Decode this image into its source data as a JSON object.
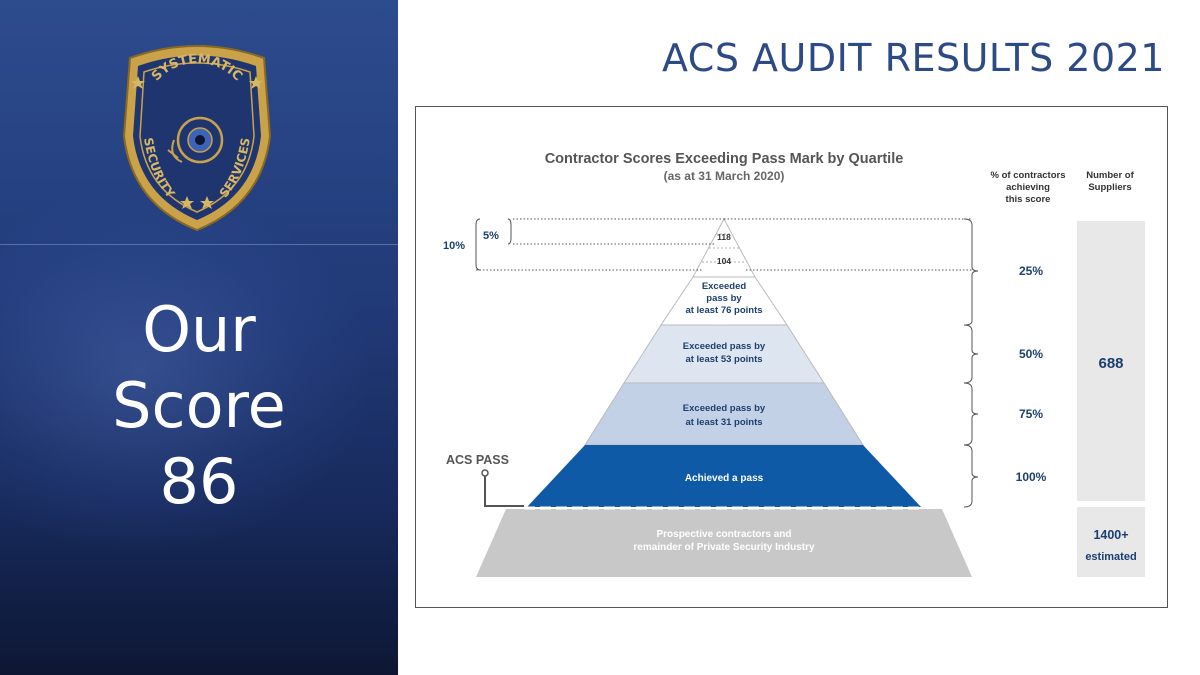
{
  "left_panel": {
    "badge": {
      "arc_text": "SYSTEMATIC",
      "left_text": "SECURITY",
      "right_text": "SERVICES"
    },
    "score_lines": [
      "Our",
      "Score",
      "86"
    ]
  },
  "slide_title": "ACS AUDIT RESULTS 2021",
  "figure": {
    "title": "Contractor Scores Exceeding Pass Mark by Quartile",
    "subtitle": "(as at 31 March 2020)",
    "col_pct_header": [
      "% of contractors",
      "achieving",
      "this score"
    ],
    "col_num_header": [
      "Number of",
      "Suppliers"
    ],
    "bracket_labels": {
      "small": "5%",
      "large": "10%"
    },
    "tiers": [
      {
        "lines": [
          "118"
        ]
      },
      {
        "lines": [
          "104"
        ]
      },
      {
        "lines": [
          "Exceeded",
          "pass by",
          "at least 76 points"
        ]
      },
      {
        "lines": [
          "Exceeded pass by",
          "at least 53 points"
        ]
      },
      {
        "lines": [
          "Exceeded pass by",
          "at least 31 points"
        ]
      },
      {
        "lines": [
          "Achieved a pass"
        ]
      },
      {
        "lines": [
          "Prospective contractors and",
          "remainder of Private Security Industry"
        ]
      }
    ],
    "percentages": [
      "25%",
      "50%",
      "75%",
      "100%"
    ],
    "pass_label": "ACS PASS",
    "suppliers_main": "688",
    "suppliers_other": [
      "1400+",
      "estimated"
    ],
    "colors": {
      "tier_top": "#ffffff",
      "tier_53": "#dde5f1",
      "tier_31": "#c3d1e6",
      "tier_pass": "#0f5aa6",
      "base": "#c8c8c8",
      "accent_text": "#1c3f6e"
    }
  }
}
